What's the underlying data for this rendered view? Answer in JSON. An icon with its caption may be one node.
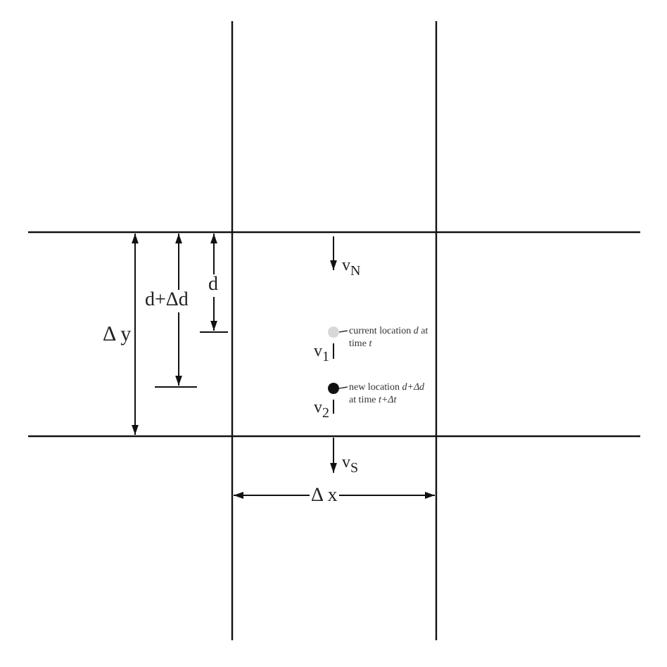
{
  "diagram": {
    "nodes": [
      {
        "text": [],
        "shape": "circle"
      },
      {
        "text": [
          "current location *d* at time *t*"
        ]
      },
      {
        "text": [],
        "shape": "circle"
      },
      {
        "text": [
          "new location *d+Δd* at time *t+Δt*"
        ]
      }
    ],
    "edges": [
      {
        "from": 1,
        "to": 0,
        "arrow": "none"
      },
      {
        "from": 3,
        "to": 2,
        "arrow": "none"
      }
    ],
    "labels": [
      "Δ y",
      "d+Δd",
      "d",
      "v$_{N}$",
      "v$_{1}$",
      "v$_{2}$",
      "v$_{S}$",
      "Δ x"
    ]
  }
}
